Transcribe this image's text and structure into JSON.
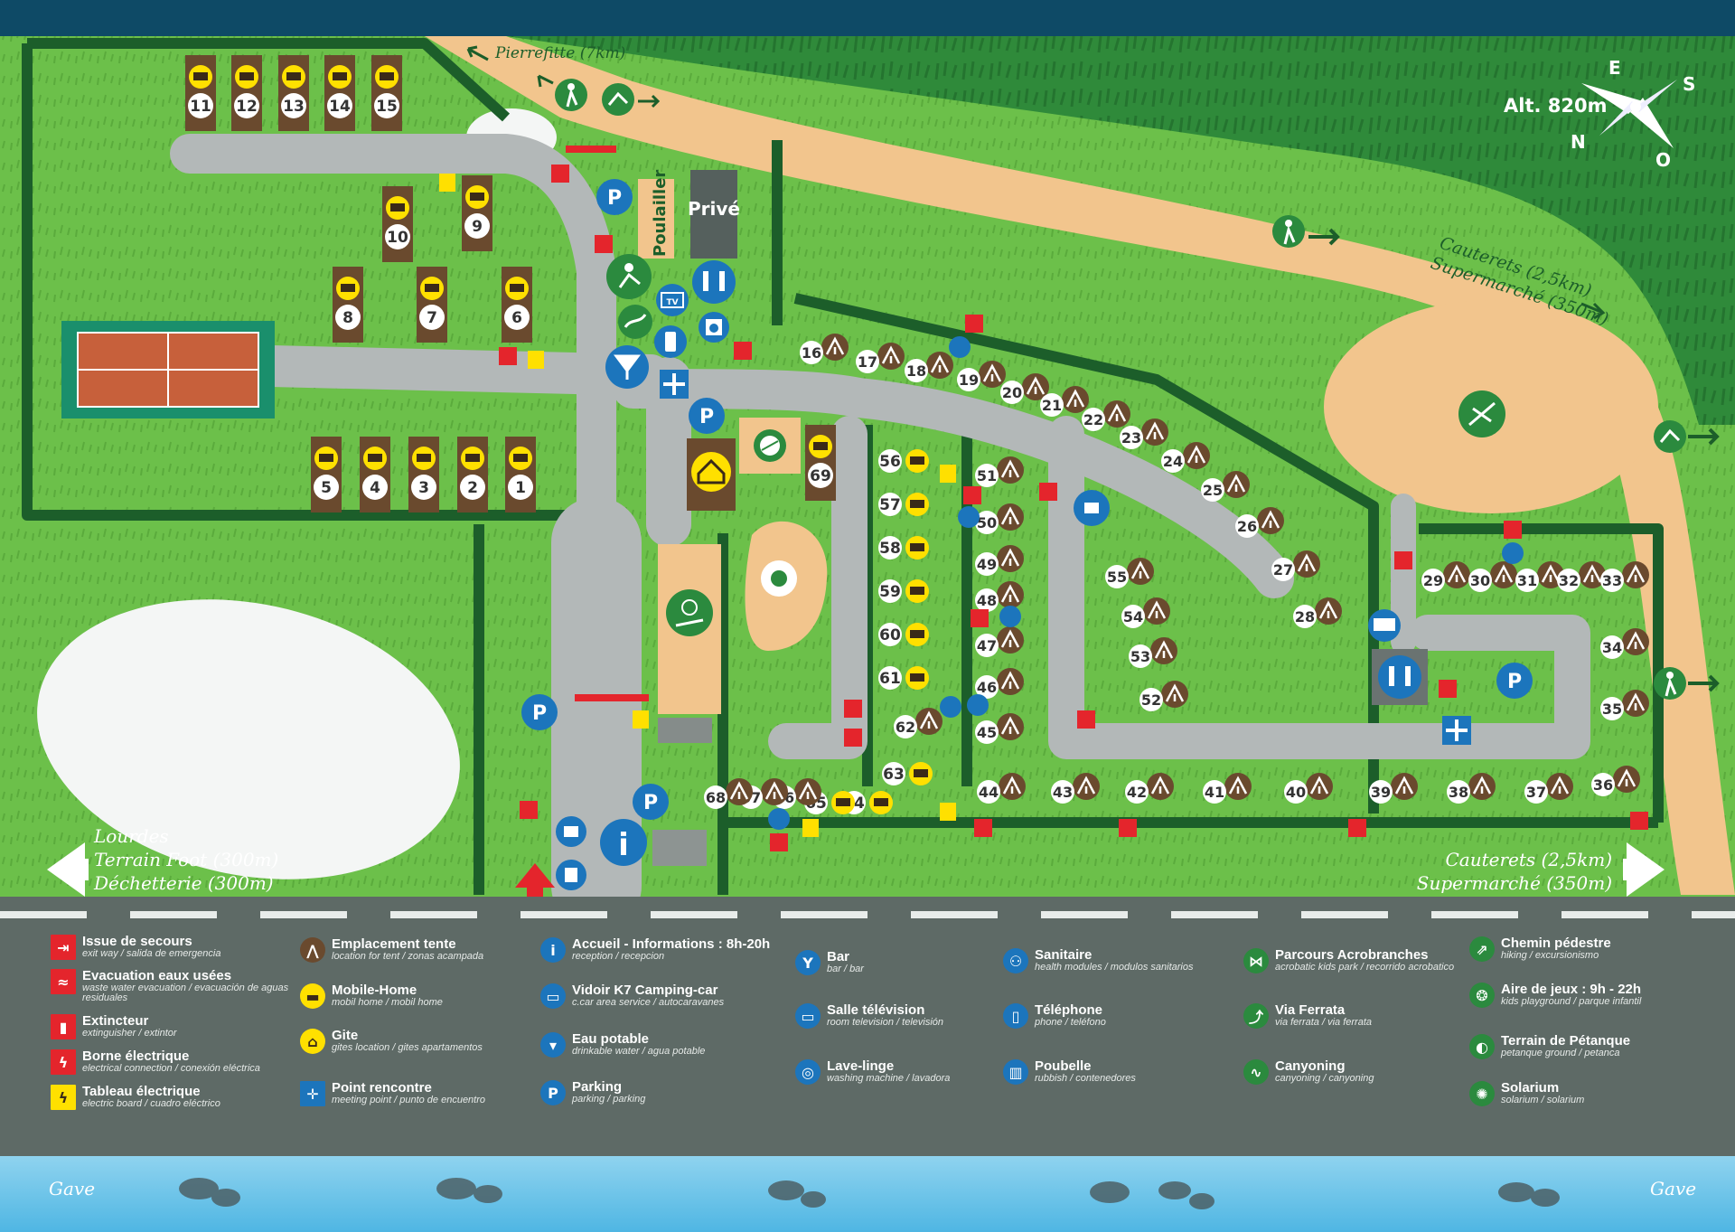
{
  "header": {
    "color": "#0e4a66"
  },
  "colors": {
    "grass": "#6cc04a",
    "forest": "#2f8a3a",
    "road": "#b3b8b8",
    "sand": "#f2c58d",
    "hedge": "#1c5e2a",
    "plot": "#6a4a2e",
    "legend_bg": "#5e6a66",
    "river": "#58bce6",
    "red": "#e4252c",
    "blue": "#1c75bc",
    "yellow": "#ffe000",
    "green_icon": "#2b8a3e"
  },
  "map": {
    "pierrefitte": "Pierrefitte (7km)",
    "altitude": "Alt. 820m",
    "compass": {
      "e": "E",
      "s": "S",
      "n": "N",
      "o": "O"
    },
    "cauterets_top": "Cauterets (2,5km)",
    "supermarche_top": "Supermarché (350m)",
    "lourdes": "Lourdes",
    "terrain_foot": "Terrain Foot (300m)",
    "decheterie": "Déchetterie (300m)",
    "cauterets_bottom": "Cauterets (2,5km)",
    "supermarche_bottom": "Supermarché (350m)",
    "poulailler": "Poulailler",
    "prive": "Privé",
    "parking_letter": "P",
    "info_letter": "i",
    "tv_label": "TV",
    "mobilhomes": [
      {
        "n": "1"
      },
      {
        "n": "2"
      },
      {
        "n": "3"
      },
      {
        "n": "4"
      },
      {
        "n": "5"
      },
      {
        "n": "6"
      },
      {
        "n": "7"
      },
      {
        "n": "8"
      },
      {
        "n": "9"
      },
      {
        "n": "10"
      },
      {
        "n": "11"
      },
      {
        "n": "12"
      },
      {
        "n": "13"
      },
      {
        "n": "14"
      },
      {
        "n": "15"
      },
      {
        "n": "56"
      },
      {
        "n": "57"
      },
      {
        "n": "58"
      },
      {
        "n": "59"
      },
      {
        "n": "60"
      },
      {
        "n": "61"
      },
      {
        "n": "63"
      },
      {
        "n": "64"
      },
      {
        "n": "65"
      },
      {
        "n": "69"
      }
    ],
    "tents": [
      {
        "n": "16"
      },
      {
        "n": "17"
      },
      {
        "n": "18"
      },
      {
        "n": "19"
      },
      {
        "n": "20"
      },
      {
        "n": "21"
      },
      {
        "n": "22"
      },
      {
        "n": "23"
      },
      {
        "n": "24"
      },
      {
        "n": "25"
      },
      {
        "n": "26"
      },
      {
        "n": "27"
      },
      {
        "n": "28"
      },
      {
        "n": "29"
      },
      {
        "n": "30"
      },
      {
        "n": "31"
      },
      {
        "n": "32"
      },
      {
        "n": "33"
      },
      {
        "n": "34"
      },
      {
        "n": "35"
      },
      {
        "n": "36"
      },
      {
        "n": "37"
      },
      {
        "n": "38"
      },
      {
        "n": "39"
      },
      {
        "n": "40"
      },
      {
        "n": "41"
      },
      {
        "n": "42"
      },
      {
        "n": "43"
      },
      {
        "n": "44"
      },
      {
        "n": "45"
      },
      {
        "n": "46"
      },
      {
        "n": "47"
      },
      {
        "n": "48"
      },
      {
        "n": "49"
      },
      {
        "n": "50"
      },
      {
        "n": "51"
      },
      {
        "n": "52"
      },
      {
        "n": "53"
      },
      {
        "n": "54"
      },
      {
        "n": "55"
      },
      {
        "n": "62"
      },
      {
        "n": "66"
      },
      {
        "n": "67"
      },
      {
        "n": "68"
      }
    ]
  },
  "legend": [
    {
      "icon": "emergency-exit-icon",
      "title": "Issue de secours",
      "sub": "exit way / salida de emergencia"
    },
    {
      "icon": "waste-water-icon",
      "title": "Evacuation eaux usées",
      "sub": "waste water evacuation / evacuación de aguas residuales"
    },
    {
      "icon": "extinguisher-icon",
      "title": "Extincteur",
      "sub": "extinguisher / extintor"
    },
    {
      "icon": "electric-connection-icon",
      "title": "Borne électrique",
      "sub": "electrical connection / conexión eléctrica"
    },
    {
      "icon": "electric-board-icon",
      "title": "Tableau électrique",
      "sub": "electric board / cuadro eléctrico"
    },
    {
      "icon": "tent-icon",
      "title": "Emplacement tente",
      "sub": "location for tent / zonas acampada"
    },
    {
      "icon": "mobile-home-icon",
      "title": "Mobile-Home",
      "sub": "mobil home / mobil home"
    },
    {
      "icon": "gite-icon",
      "title": "Gite",
      "sub": "gites location / gites apartamentos"
    },
    {
      "icon": "meeting-point-icon",
      "title": "Point rencontre",
      "sub": "meeting point / punto de encuentro"
    },
    {
      "icon": "info-icon",
      "title": "Accueil - Informations : 8h-20h",
      "sub": "reception / recepcion"
    },
    {
      "icon": "camping-car-icon",
      "title": "Vidoir K7 Camping-car",
      "sub": "c.car area service / autocaravanes"
    },
    {
      "icon": "drinking-water-icon",
      "title": "Eau potable",
      "sub": "drinkable water / agua potable"
    },
    {
      "icon": "parking-icon",
      "title": "Parking",
      "sub": "parking / parking"
    },
    {
      "icon": "bar-icon",
      "title": "Bar",
      "sub": "bar / bar"
    },
    {
      "icon": "tv-icon",
      "title": "Salle télévision",
      "sub": "room television / televisión"
    },
    {
      "icon": "washing-machine-icon",
      "title": "Lave-linge",
      "sub": "washing machine / lavadora"
    },
    {
      "icon": "sanitary-icon",
      "title": "Sanitaire",
      "sub": "health modules / modulos sanitarios"
    },
    {
      "icon": "phone-icon",
      "title": "Téléphone",
      "sub": "phone / teléfono"
    },
    {
      "icon": "rubbish-icon",
      "title": "Poubelle",
      "sub": "rubbish / contenedores"
    },
    {
      "icon": "acrobranche-icon",
      "title": "Parcours Acrobranches",
      "sub": "acrobatic kids park / recorrido acrobatico"
    },
    {
      "icon": "via-ferrata-icon",
      "title": "Via Ferrata",
      "sub": "via ferrata / via ferrata"
    },
    {
      "icon": "canyoning-icon",
      "title": "Canyoning",
      "sub": "canyoning / canyoning"
    },
    {
      "icon": "hiking-icon",
      "title": "Chemin pédestre",
      "sub": "hiking / excursionismo"
    },
    {
      "icon": "playground-icon",
      "title": "Aire de jeux : 9h - 22h",
      "sub": "kids playground / parque infantil"
    },
    {
      "icon": "petanque-icon",
      "title": "Terrain de Pétanque",
      "sub": "petanque ground / petanca"
    },
    {
      "icon": "solarium-icon",
      "title": "Solarium",
      "sub": "solarium / solarium"
    }
  ],
  "river": {
    "left": "Gave",
    "right": "Gave"
  }
}
